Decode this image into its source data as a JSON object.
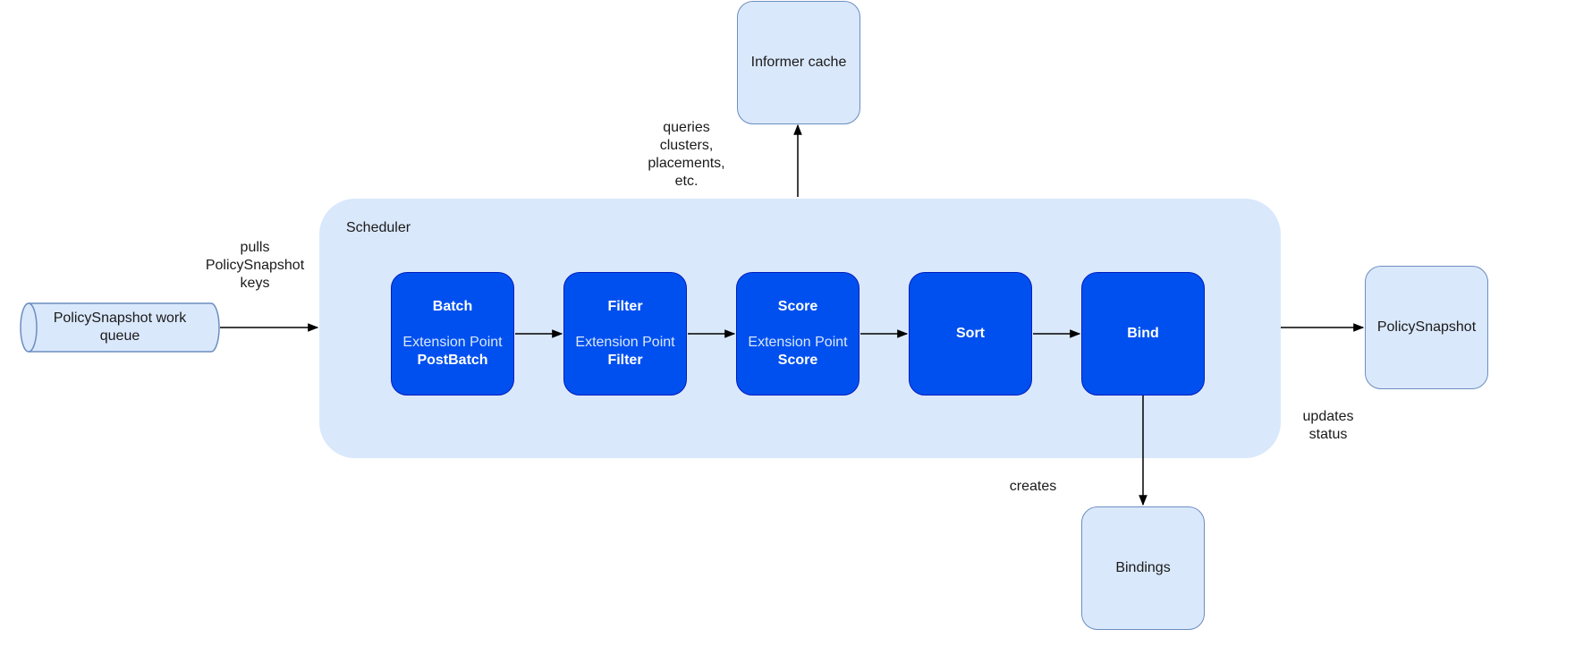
{
  "queue": {
    "label": "PolicySnapshot work queue"
  },
  "informer": {
    "label": "Informer cache"
  },
  "scheduler": {
    "title": "Scheduler"
  },
  "stages": [
    {
      "title": "Batch",
      "ext": "Extension Point",
      "sub": "PostBatch"
    },
    {
      "title": "Filter",
      "ext": "Extension Point",
      "sub": "Filter"
    },
    {
      "title": "Score",
      "ext": "Extension Point",
      "sub": "Score"
    },
    {
      "title": "Sort"
    },
    {
      "title": "Bind"
    }
  ],
  "policy_snapshot": {
    "label": "PolicySnapshot"
  },
  "bindings": {
    "label": "Bindings"
  },
  "edge_labels": {
    "pulls": [
      "pulls",
      "PolicySnapshot",
      "keys"
    ],
    "queries": [
      "queries",
      "clusters,",
      "placements,",
      "etc."
    ],
    "updates": [
      "updates",
      "status"
    ],
    "creates": "creates"
  },
  "colors": {
    "light_fill": "#dae8fc",
    "light_stroke": "#6c8ebf",
    "stage_fill": "#0050ef",
    "stage_stroke": "#001dbc"
  }
}
